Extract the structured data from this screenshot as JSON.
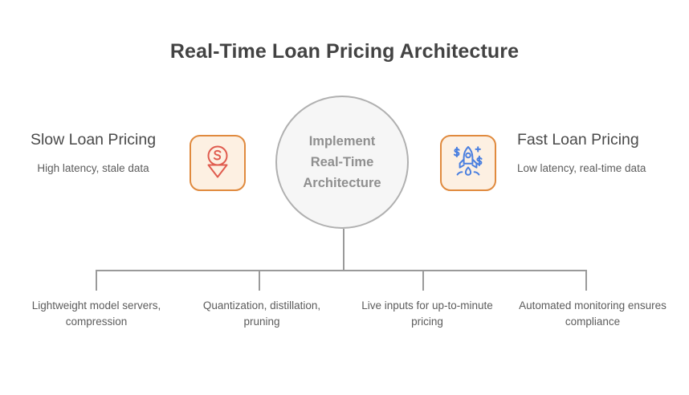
{
  "diagram": {
    "title": "Real-Time Loan Pricing Architecture",
    "background_color": "#ffffff",
    "center": {
      "label": "Implement\nReal-Time\nArchitecture",
      "fill_color": "#f6f6f6",
      "border_color": "#b0b0b0",
      "text_color": "#8f8f8f"
    },
    "sides": [
      {
        "position": "left",
        "heading": "Slow Loan Pricing",
        "subtext": "High latency, stale data",
        "icon_name": "slow-pricing-pin-icon",
        "icon_color": "#e05c4f",
        "box_fill": "#fdf0e2",
        "box_border": "#e08a3e"
      },
      {
        "position": "right",
        "heading": "Fast Loan Pricing",
        "subtext": "Low latency, real-time data",
        "icon_name": "fast-pricing-rocket-icon",
        "icon_color": "#4a7fe0",
        "box_fill": "#fdf0e2",
        "box_border": "#e08a3e"
      }
    ],
    "connector_color": "#9a9a9a",
    "branches": [
      {
        "label": "Lightweight model servers, compression"
      },
      {
        "label": "Quantization, distillation, pruning"
      },
      {
        "label": "Live inputs for up-to-minute pricing"
      },
      {
        "label": "Automated monitoring ensures compliance"
      }
    ]
  }
}
